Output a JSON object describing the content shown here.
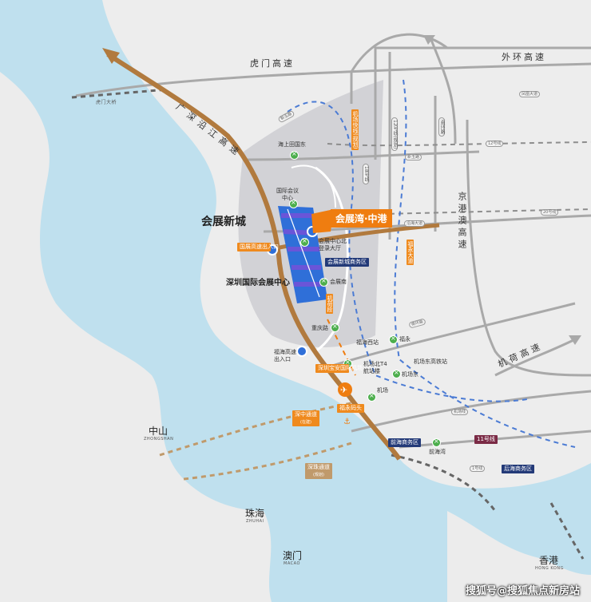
{
  "highways": {
    "humen": "虎门高速",
    "waihuan": "外环高速",
    "guangshen_yanjiang": "广深沿江高速",
    "jinggangao": "京港澳高速",
    "jichang": "机荷高速",
    "humen_bridge": "虎门大桥"
  },
  "districts": {
    "huizhan_new_city": "会展新城",
    "expo_center": "深圳国际会展中心",
    "zhongshan": "中山",
    "zhongshan_en": "ZHONGSHAN",
    "zhuhai": "珠海",
    "zhuhai_en": "ZHUHAI",
    "macao": "澳门",
    "macao_en": "MACAO",
    "hongkong": "香港",
    "hongkong_en": "HONG KONG"
  },
  "highlight": {
    "project": "会展湾·中港"
  },
  "stations": {
    "haishangtian_east": "海上田国东",
    "conference_center": "国际会议中心",
    "expo_north": "会展中心北登录大厅",
    "expo_south": "会展南",
    "chongqing_rd": "重庆路",
    "fuhai_west": "福海西站",
    "fuyong": "福永",
    "airport_north": "机场北T4航站楼",
    "airport_east": "机场东",
    "airport": "机场",
    "qianhai_bay": "前海湾",
    "airport_east_hsr": "机场东高铁站"
  },
  "tags": {
    "guozhan_exit": "国展高速出入口",
    "fuhai_exit": "福海高速出入口",
    "airport_intl": "深圳宝安国际机场",
    "fuyong_pier": "福永码头",
    "shenzhong": "深中通道",
    "shenzhong_note": "(在建)",
    "shenzhu": "深珠通道",
    "shenzhu_note": "(规划)",
    "huizhan_business": "会展新城商务区",
    "qianhai_business": "前海商务区",
    "houhai_business": "后海商务区",
    "line11": "11号线",
    "line1": "1号线"
  },
  "roads": {
    "xinyu": "新玉路",
    "xinyu_vertical": "机场快线(规划)",
    "line20": "20号线",
    "line12": "12号线",
    "line18": "18号线",
    "line12b": "12号线(规划)",
    "nanhuan": "南环路",
    "fenghuang": "凤凰大道",
    "fuyong_ave": "福永大道",
    "jihe_line": "机荷段",
    "jichang_line": "机场线",
    "shenzhen_waihuan": "沿海大道"
  },
  "colors": {
    "water": "#bfe0ee",
    "expo_area": "#c9c9cc",
    "highway_brown": "#b17a3e",
    "accent_orange": "#ef7d10",
    "navy": "#233a78",
    "metro_green": "#4cae4c"
  },
  "watermark": "搜狐号@搜狐焦点新房站"
}
